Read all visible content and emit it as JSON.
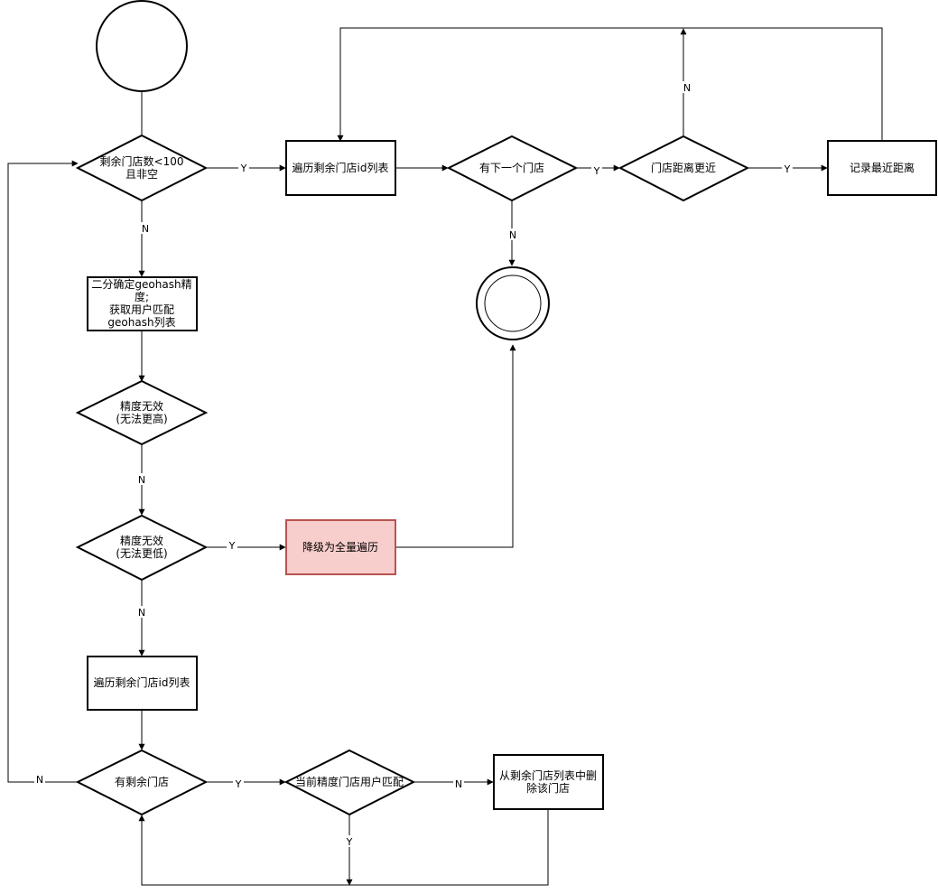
{
  "nodes": {
    "start": {
      "type": "start-circle"
    },
    "check_remaining": {
      "type": "decision",
      "lines": [
        "剩余门店数<100",
        "且非空"
      ]
    },
    "traverse_top": {
      "type": "process",
      "lines": [
        "遍历剩余门店id列表"
      ]
    },
    "has_next": {
      "type": "decision",
      "lines": [
        "有下一个门店"
      ]
    },
    "distance_closer": {
      "type": "decision",
      "lines": [
        "门店距离更近"
      ]
    },
    "record_nearest": {
      "type": "process",
      "lines": [
        "记录最近距离"
      ]
    },
    "end": {
      "type": "end-circle"
    },
    "binary_geohash": {
      "type": "process",
      "lines": [
        "二分确定geohash精",
        "度;",
        "获取用户匹配",
        "geohash列表"
      ]
    },
    "precision_invalid_high": {
      "type": "decision",
      "lines": [
        "精度无效",
        "(无法更高)"
      ]
    },
    "precision_invalid_low": {
      "type": "decision",
      "lines": [
        "精度无效",
        "(无法更低)"
      ]
    },
    "downgrade_full": {
      "type": "process",
      "lines": [
        "降级为全量遍历"
      ],
      "fill": "#f8cecc",
      "stroke": "#b85450"
    },
    "traverse_bottom": {
      "type": "process",
      "lines": [
        "遍历剩余门店id列表"
      ]
    },
    "has_remaining": {
      "type": "decision",
      "lines": [
        "有剩余门店"
      ]
    },
    "precision_match": {
      "type": "decision",
      "lines": [
        "当前精度门店用户匹配"
      ]
    },
    "remove_store": {
      "type": "process",
      "lines": [
        "从剩余门店列表中删",
        "除该门店"
      ]
    }
  },
  "edges": [
    {
      "id": "start-to-check",
      "label": ""
    },
    {
      "id": "check-yes",
      "label": "Y"
    },
    {
      "id": "check-no",
      "label": "N"
    },
    {
      "id": "traverse-top-to-next",
      "label": ""
    },
    {
      "id": "next-yes",
      "label": "Y"
    },
    {
      "id": "next-no",
      "label": "N"
    },
    {
      "id": "closer-yes",
      "label": "Y"
    },
    {
      "id": "closer-no",
      "label": "N"
    },
    {
      "id": "record-loop",
      "label": ""
    },
    {
      "id": "geohash-to-high",
      "label": ""
    },
    {
      "id": "high-no",
      "label": "N"
    },
    {
      "id": "low-yes",
      "label": "Y"
    },
    {
      "id": "low-no",
      "label": "N"
    },
    {
      "id": "downgrade-to-end",
      "label": ""
    },
    {
      "id": "traverse-bottom-to-remaining",
      "label": ""
    },
    {
      "id": "remaining-yes",
      "label": "Y"
    },
    {
      "id": "remaining-no",
      "label": "N"
    },
    {
      "id": "match-no",
      "label": "N"
    },
    {
      "id": "match-yes",
      "label": "Y"
    },
    {
      "id": "remove-loop",
      "label": ""
    }
  ],
  "colors": {
    "stroke": "#000000",
    "fill": "#ffffff",
    "highlight_fill": "#f8cecc",
    "highlight_stroke": "#b85450"
  }
}
